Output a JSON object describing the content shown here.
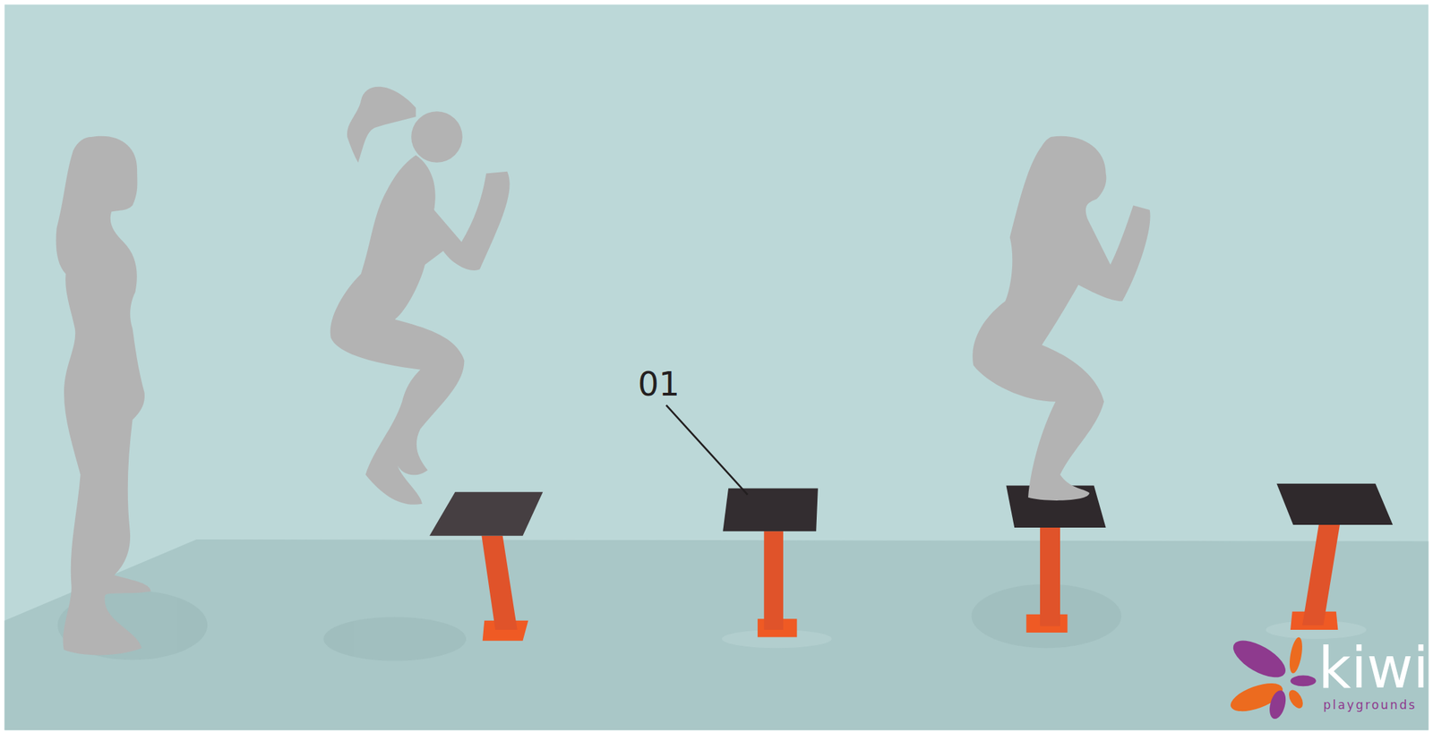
{
  "diagram": {
    "labels": [
      "01",
      "kiwi",
      "playgrounds"
    ]
  }
}
